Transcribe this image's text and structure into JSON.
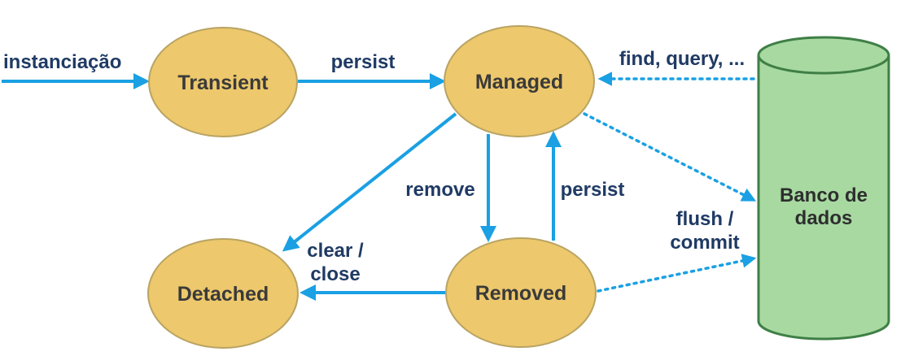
{
  "colors": {
    "state_fill": "#edc86c",
    "state_stroke": "#b9a363",
    "db_fill": "#a7d9a1",
    "db_stroke": "#3f7f46",
    "edge": "#1aa0e3",
    "edge_label": "#1f3a64"
  },
  "states": {
    "transient": "Transient",
    "managed": "Managed",
    "detached": "Detached",
    "removed": "Removed"
  },
  "database": {
    "line1": "Banco de",
    "line2": "dados"
  },
  "edges": {
    "instanciacao": "instanciação",
    "persist_top": "persist",
    "find_query": "find, query, ...",
    "remove": "remove",
    "persist_back": "persist",
    "clear_close_1": "clear /",
    "clear_close_2": "close",
    "flush_commit_1": "flush /",
    "flush_commit_2": "commit"
  }
}
